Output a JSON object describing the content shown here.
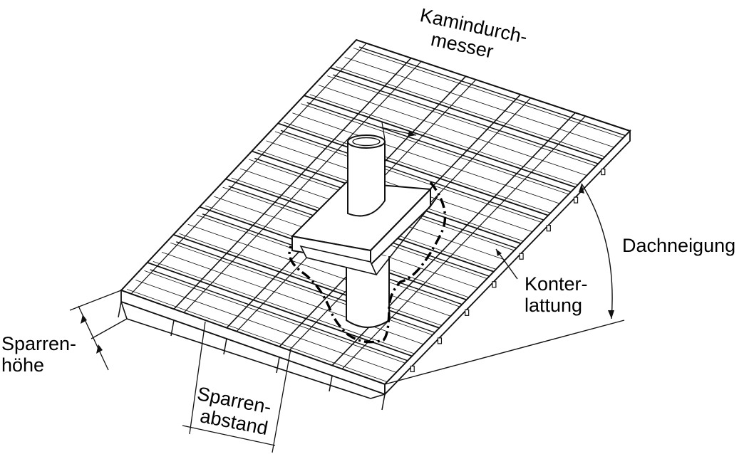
{
  "labels": {
    "kamindurchmesser": [
      "Kamindurch-",
      "messer"
    ],
    "dachneigung": "Dachneigung",
    "konterlattung": [
      "Konter-",
      "lattung"
    ],
    "sparrenhoehe": [
      "Sparren-",
      "höhe"
    ],
    "sparrenabstand": [
      "Sparren-",
      "abstand"
    ]
  },
  "colors": {
    "line": "#111111",
    "outline_dashdot": "#000000",
    "background": "#ffffff"
  }
}
